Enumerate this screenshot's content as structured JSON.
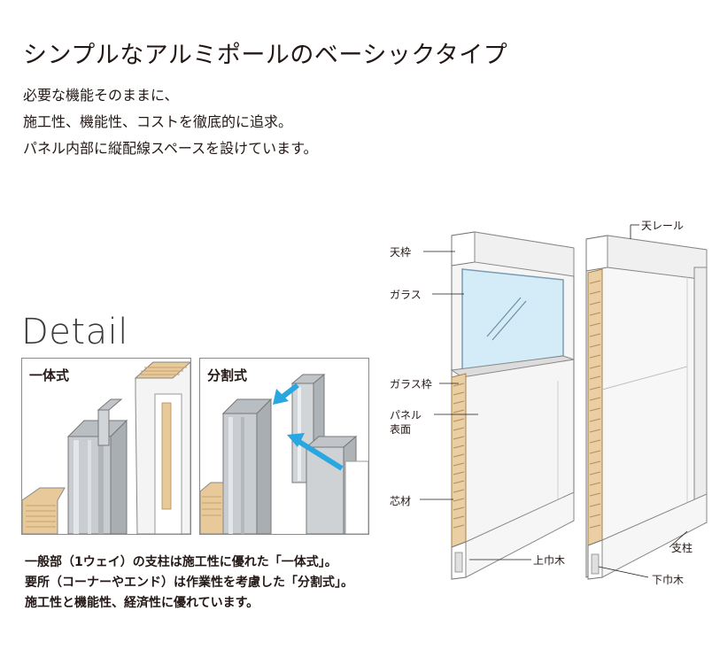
{
  "headline": "シンプルなアルミポールのベーシックタイプ",
  "intro": [
    "必要な機能そのままに、",
    "施工性、機能性、コストを徹底的に追求。",
    "パネル内部に縦配線スペースを設けています。"
  ],
  "detail": {
    "title": "Detail",
    "panel_left_label": "一体式",
    "panel_right_label": "分割式"
  },
  "description": [
    "一般部（1ウェイ）の支柱は施工性に優れた「一体式」。",
    "要所（コーナーやエンド）は作業性を考慮した「分割式」。",
    "施工性と機能性、経済性に優れています。"
  ],
  "diagram_labels": {
    "top_frame": "天枠",
    "glass": "ガラス",
    "glass_frame": "ガラス枠",
    "panel_surface": "パネル\n表面",
    "core": "芯材",
    "upper_baseboard": "上巾木",
    "top_rail": "天レール",
    "post": "支柱",
    "lower_baseboard": "下巾木"
  },
  "colors": {
    "text": "#231815",
    "arrow": "#2aa7e0",
    "glass": "#d4ecf7",
    "core": "#e9cfa3",
    "aluminum": "#c9cdd1"
  }
}
